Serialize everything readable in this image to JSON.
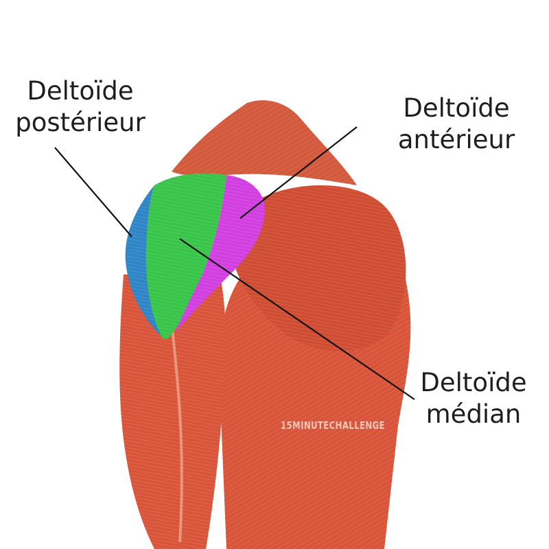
{
  "labels": {
    "posterior": [
      "Deltoïde",
      "postérieur"
    ],
    "anterior": [
      "Deltoïde",
      "antérieur"
    ],
    "median": [
      "Deltoïde",
      "médian"
    ]
  },
  "watermark": "15MINUTECHALLENGE",
  "colors": {
    "background": "#ffffff",
    "muscle": "#d9553a",
    "muscle_dark": "#b93f26",
    "tendon": "#f2c2a6",
    "deltoid_posterior": "#2f86c6",
    "deltoid_median": "#39c44a",
    "deltoid_anterior": "#d23fe0",
    "leader_line": "#111111",
    "text": "#1e1e1e"
  }
}
